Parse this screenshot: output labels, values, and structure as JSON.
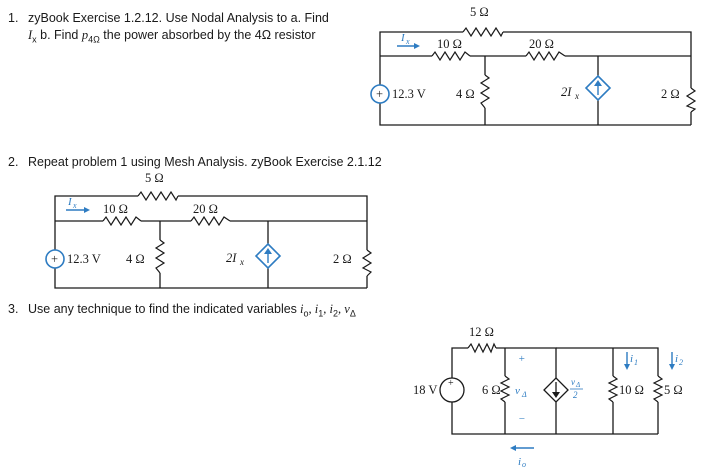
{
  "problem1": {
    "number": "1.",
    "line1": "zyBook Exercise 1.2.12.  Use Nodal Analysis to a. Find",
    "line2_var": "I",
    "line2_sub": "x",
    "line2_b": " b. Find ",
    "line2_p": "p",
    "line2_psub": "4Ω",
    "line2_rest": " the power absorbed by the 4Ω resistor"
  },
  "problem2": {
    "number": "2.",
    "text": "Repeat problem 1 using Mesh Analysis. zyBook Exercise 2.1.12"
  },
  "problem3": {
    "number": "3.",
    "text": "Use any technique to find the indicated variables",
    "vars": " i",
    "vars_o": "o",
    "vars_rest": ", i",
    "v1": "1",
    "v2sep": ", i",
    "v2": "2",
    "v3sep": ", v",
    "v3": "Δ"
  },
  "circuit1": {
    "r_top": "5 Ω",
    "r_left": "10 Ω",
    "r_mid": "20 Ω",
    "current": "I",
    "current_sub": "x",
    "vsrc": "12.3 V",
    "r_shunt": "4 Ω",
    "dep": "2I",
    "dep_sub": "x",
    "r_right": "2 Ω",
    "plus": "+"
  },
  "circuit2": {
    "r_top": "5 Ω",
    "r_left": "10 Ω",
    "r_mid": "20 Ω",
    "current": "I",
    "current_sub": "x",
    "vsrc": "12.3 V",
    "r_shunt": "4 Ω",
    "dep": "2I",
    "dep_sub": "x",
    "r_right": "2 Ω",
    "plus": "+"
  },
  "circuit3": {
    "r_top": "12 Ω",
    "vsrc": "18 V",
    "r_6": "6 Ω",
    "v_delta": "v",
    "v_delta_sub": "Δ",
    "plus": "+",
    "minus": "−",
    "io": "i",
    "io_sub": "o",
    "dep_num": "v",
    "dep_num_sub": "Δ",
    "dep_den": "2",
    "i1": "i",
    "i1_sub": "1",
    "i2": "i",
    "i2_sub": "2",
    "r_10": "10 Ω",
    "r_5": "5 Ω"
  }
}
